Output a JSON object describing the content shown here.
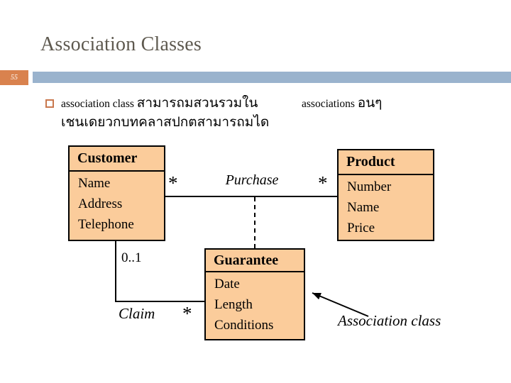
{
  "slide": {
    "title": "Association Classes",
    "slide_number": "55"
  },
  "colors": {
    "accent_orange": "#D9824E",
    "band_blue": "#9AB3CD",
    "bullet_outline": "#C9784E",
    "box_fill": "#FBCC9B",
    "box_border": "#000000",
    "title_color": "#5E594F"
  },
  "bullet": {
    "segment1_latin": "association class ",
    "segment1_thai": "สามารถมสวนรวมใน",
    "segment2_latin": "associations ",
    "segment2_thai": "อนๆ",
    "line2_thai": "เชนเดยวกบทคลาสปกตสามารถมได"
  },
  "diagram": {
    "classes": [
      {
        "name": "Customer",
        "attributes": [
          "Name",
          "Address",
          "Telephone"
        ]
      },
      {
        "name": "Product",
        "attributes": [
          "Number",
          "Name",
          "Price"
        ]
      },
      {
        "name": "Guarantee",
        "attributes": [
          "Date",
          "Length",
          "Conditions"
        ]
      }
    ],
    "association_label": "Purchase",
    "claim_label": "Claim",
    "note_label": "Association class",
    "multiplicities": {
      "purchase_customer_side": "*",
      "purchase_product_side": "*",
      "claim_customer_side": "0..1",
      "claim_guarantee_side": "*"
    }
  }
}
